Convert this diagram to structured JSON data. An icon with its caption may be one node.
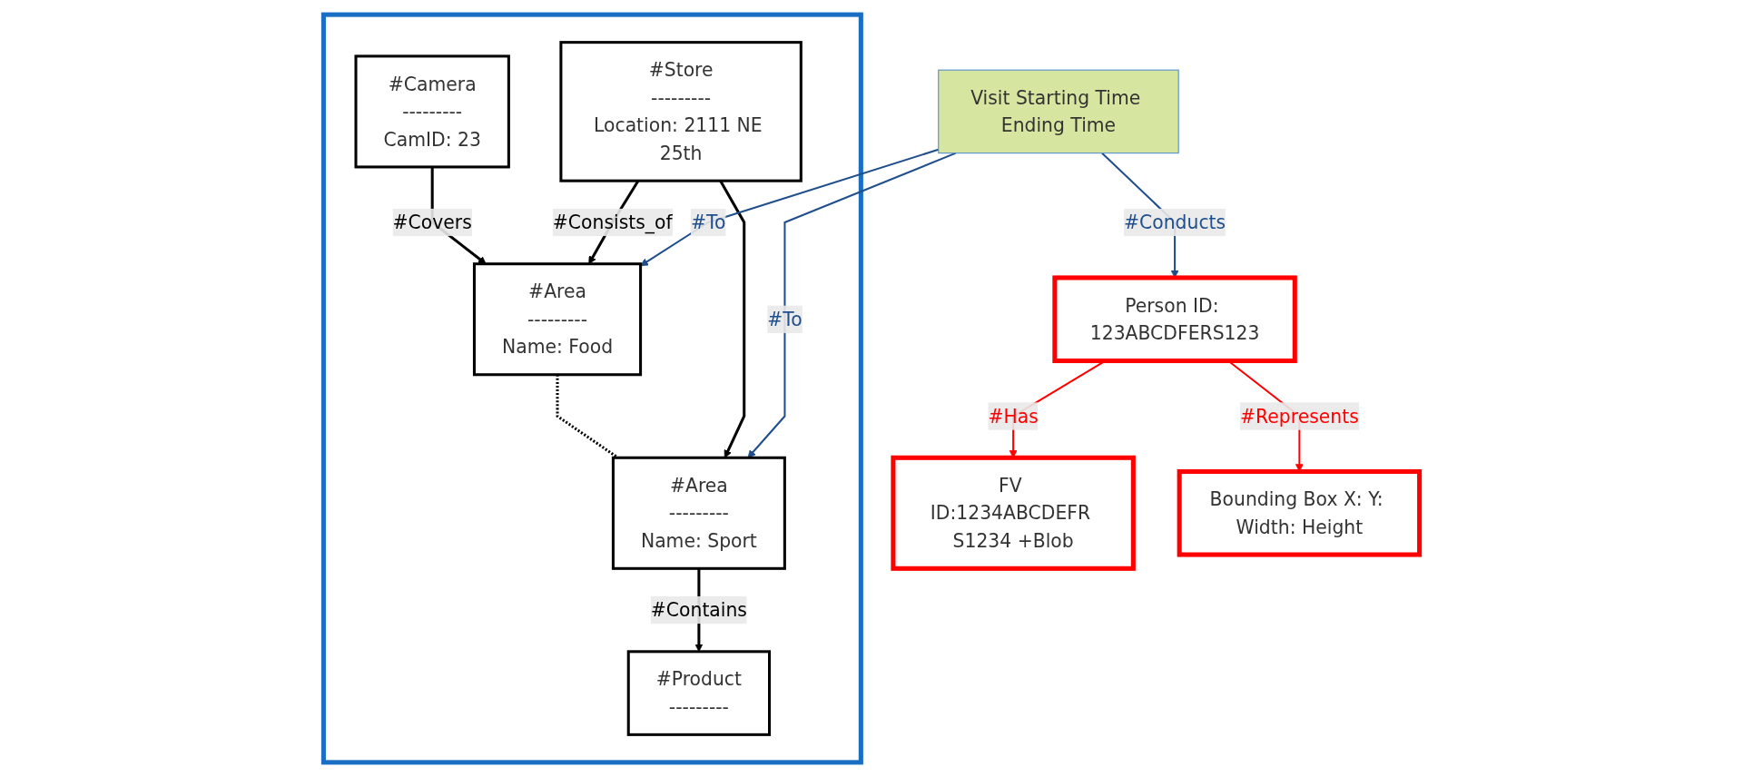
{
  "diagram": {
    "nodes": [
      {
        "text": [],
        "shape": "box"
      },
      {
        "text": [
          "#Camera",
          "---------",
          "CamID: 23"
        ],
        "in": 0
      },
      {
        "text": [
          "#Area",
          "---------",
          "Name: Food"
        ],
        "in": 0
      },
      {
        "text": [
          "#Area",
          "---------",
          "Name: Sport"
        ],
        "in": 0
      },
      {
        "text": [
          "#Product",
          "---------"
        ],
        "in": 0
      },
      {
        "text": [
          "#Store",
          "---------",
          "Location: 2111 NE 25th"
        ],
        "in": 0
      },
      {
        "text": [
          "Visit Starting Time Ending Time"
        ]
      },
      {
        "text": [
          "Person ID: 123ABCDFERS123"
        ]
      },
      {
        "text": [
          "FV ID:1234ABCDEFR S1234 +Blob"
        ]
      },
      {
        "text": [
          "Bounding Box X: Y: Width: Height"
        ]
      }
    ],
    "edges": [
      {
        "from": 1,
        "to": 2,
        "arrow": "to",
        "label": "#Covers"
      },
      {
        "from": 2,
        "to": 3,
        "arrow": "none",
        "style": "dashed"
      },
      {
        "from": 3,
        "to": 4,
        "arrow": "to",
        "label": "#Contains"
      },
      {
        "from": 5,
        "to": 2,
        "arrow": "to",
        "label": "#Consists_of"
      },
      {
        "from": 5,
        "to": 3,
        "arrow": "to"
      },
      {
        "from": 6,
        "to": 2,
        "arrow": "to",
        "label": "#To",
        "color": "#1f4e8c"
      },
      {
        "from": 6,
        "to": 3,
        "arrow": "to",
        "label": "#To",
        "color": "#1f4e8c"
      },
      {
        "from": 6,
        "to": 7,
        "arrow": "to",
        "label": "#Conducts",
        "color": "#1f4e8c"
      },
      {
        "from": 7,
        "to": 8,
        "arrow": "to",
        "label": "#Has",
        "color": "#ff0000"
      },
      {
        "from": 7,
        "to": 9,
        "arrow": "to",
        "label": "#Represents",
        "color": "#ff0000"
      }
    ]
  }
}
